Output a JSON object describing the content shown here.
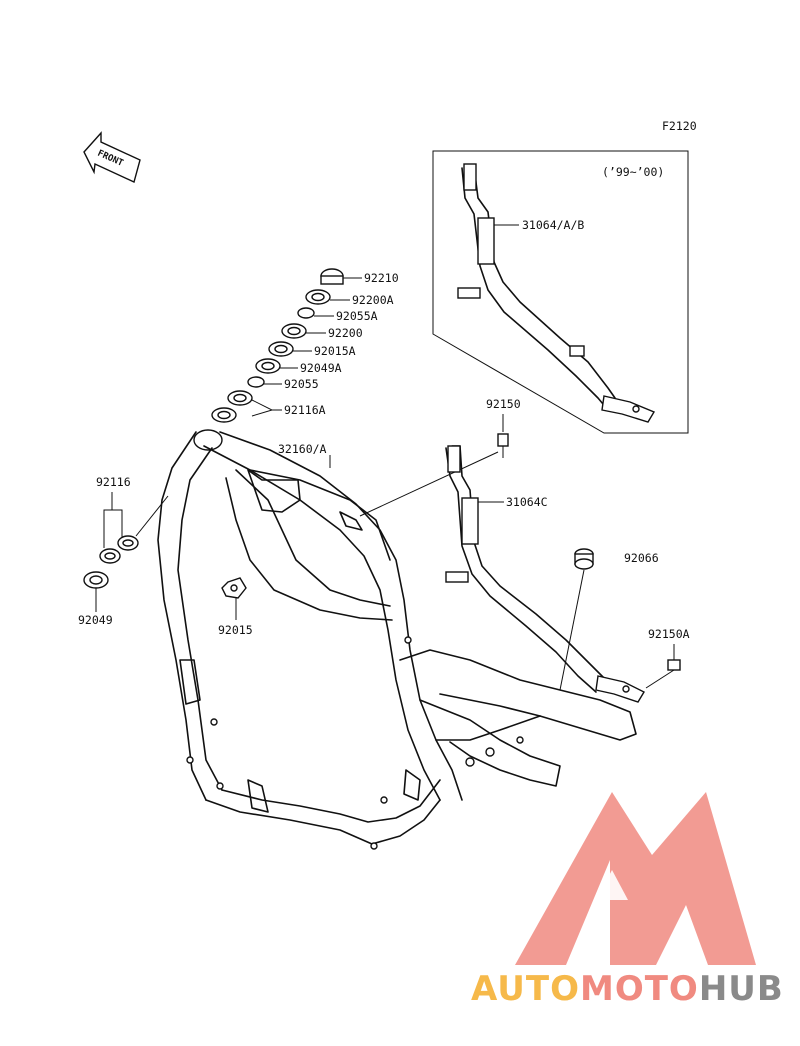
{
  "figure_code": "F2120",
  "inset": {
    "years": "(’99~’00)",
    "part_31064": "31064/A/B"
  },
  "front_arrow": {
    "label": "FRONT"
  },
  "parts": {
    "p92210": "92210",
    "p92200A": "92200A",
    "p92055A": "92055A",
    "p92200": "92200",
    "p92015A": "92015A",
    "p92049A": "92049A",
    "p92055": "92055",
    "p92116A": "92116A",
    "p32160": "32160/A",
    "p92116": "92116",
    "p92049": "92049",
    "p92015": "92015",
    "p92150": "92150",
    "p31064C": "31064C",
    "p92066": "92066",
    "p92150A": "92150A"
  },
  "watermark": {
    "part1": "AUTO",
    "part2": "MOTO",
    "part3": "HUB",
    "color_logo": "#f08a80",
    "color_auto": "#f6b94a",
    "color_moto": "#f08a80",
    "color_hub": "#8a8a8a"
  }
}
